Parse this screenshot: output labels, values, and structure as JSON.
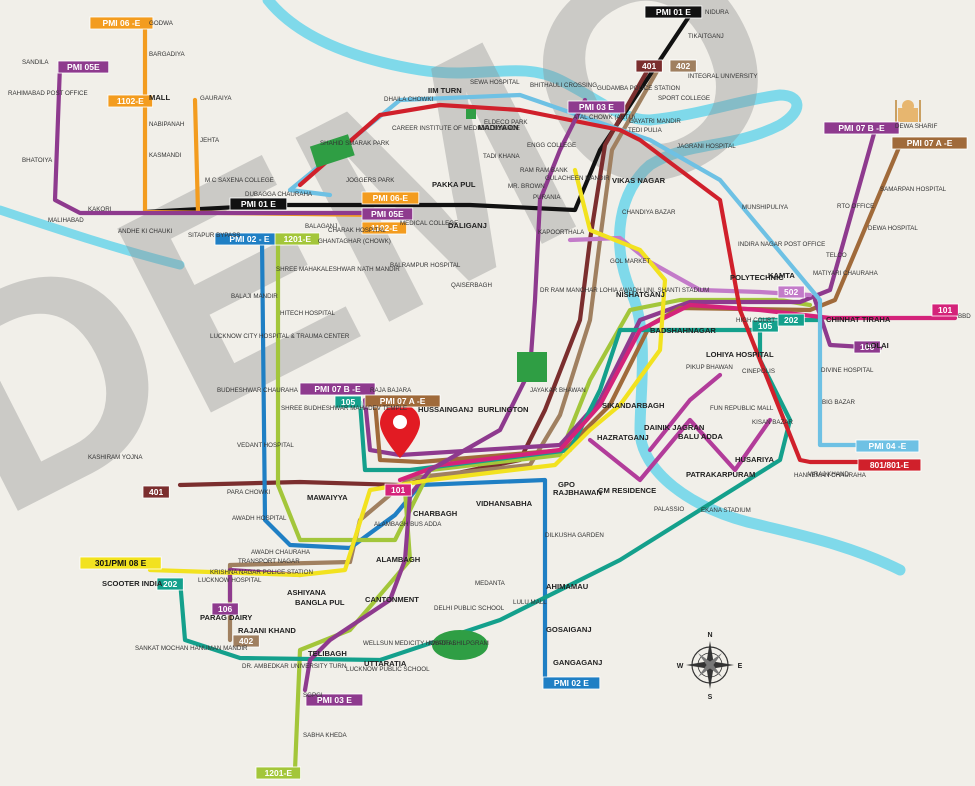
{
  "watermark": "DEMO",
  "compass": {
    "n": "N",
    "e": "E",
    "s": "S",
    "w": "W"
  },
  "colors": {
    "river": "#7fd9ea",
    "pin": "#e21b23"
  },
  "route_tags": [
    {
      "label": "PMI 01 E",
      "bg": "#111111",
      "fg": "#ffffff"
    },
    {
      "label": "401",
      "bg": "#7b2e2e",
      "fg": "#ffffff"
    },
    {
      "label": "402",
      "bg": "#a08060",
      "fg": "#ffffff"
    },
    {
      "label": "PMI 06 -E",
      "bg": "#f39c1f",
      "fg": "#ffffff"
    },
    {
      "label": "1102-E",
      "bg": "#f39c1f",
      "fg": "#ffffff"
    },
    {
      "label": "PMI 05E",
      "bg": "#8e3a8e",
      "fg": "#ffffff"
    },
    {
      "label": "PMI 01 E",
      "bg": "#111111",
      "fg": "#ffffff"
    },
    {
      "label": "PMI 06-E",
      "bg": "#f39c1f",
      "fg": "#ffffff"
    },
    {
      "label": "PMI 05E",
      "bg": "#8e3a8e",
      "fg": "#ffffff"
    },
    {
      "label": "1102-E",
      "bg": "#f39c1f",
      "fg": "#ffffff"
    },
    {
      "label": "PMI 02 - E",
      "bg": "#1f7fc4",
      "fg": "#ffffff"
    },
    {
      "label": "1201-E",
      "bg": "#a3c63a",
      "fg": "#ffffff"
    },
    {
      "label": "PMI 07 B -E",
      "bg": "#8e3a8e",
      "fg": "#ffffff"
    },
    {
      "label": "PMI 07 A -E",
      "bg": "#a06a3a",
      "fg": "#ffffff"
    },
    {
      "label": "502",
      "bg": "#c37bc9",
      "fg": "#ffffff"
    },
    {
      "label": "105",
      "bg": "#14a08c",
      "fg": "#ffffff"
    },
    {
      "label": "202",
      "bg": "#14a08c",
      "fg": "#ffffff"
    },
    {
      "label": "101",
      "bg": "#d4237a",
      "fg": "#ffffff"
    },
    {
      "label": "106",
      "bg": "#8e3a8e",
      "fg": "#ffffff"
    },
    {
      "label": "PMI 04 -E",
      "bg": "#6ec1e4",
      "fg": "#ffffff"
    },
    {
      "label": "801/801-E",
      "bg": "#d0202b",
      "fg": "#ffffff"
    },
    {
      "label": "PMI 07 B -E",
      "bg": "#8e3a8e",
      "fg": "#ffffff"
    },
    {
      "label": "105",
      "bg": "#14a08c",
      "fg": "#ffffff"
    },
    {
      "label": "PMI 07 A -E",
      "bg": "#a06a3a",
      "fg": "#ffffff"
    },
    {
      "label": "401",
      "bg": "#7b2e2e",
      "fg": "#ffffff"
    },
    {
      "label": "101",
      "bg": "#d4237a",
      "fg": "#ffffff"
    },
    {
      "label": "301/PMI 08 E",
      "bg": "#f2e21f",
      "fg": "#111111"
    },
    {
      "label": "202",
      "bg": "#14a08c",
      "fg": "#ffffff"
    },
    {
      "label": "106",
      "bg": "#8e3a8e",
      "fg": "#ffffff"
    },
    {
      "label": "402",
      "bg": "#a08060",
      "fg": "#ffffff"
    },
    {
      "label": "PMI 02 E",
      "bg": "#1f7fc4",
      "fg": "#ffffff"
    },
    {
      "label": "PMI 03 E",
      "bg": "#8e3a8e",
      "fg": "#ffffff"
    },
    {
      "label": "1201-E",
      "bg": "#a3c63a",
      "fg": "#ffffff"
    },
    {
      "label": "PMI 03 E",
      "bg": "#8e3a8e",
      "fg": "#ffffff"
    }
  ],
  "stations": [
    "NIDURA",
    "TIKAITGANJ",
    "INTEGRAL UNIVERSITY",
    "SPORT COLLEGE",
    "GODWA",
    "BARGADIYA",
    "MALL",
    "GAURAIYA",
    "NABIPANAH",
    "JEHTA",
    "KASMANDI",
    "M C SAXENA COLLEGE",
    "DUBAGGA CHAURAHA",
    "SANDILA",
    "RAHIMABAD POST OFFICE",
    "BHATOIYA",
    "MALIHABAD",
    "KAKORI",
    "ANDHE KI CHAUKI",
    "SITAPUR BYPASS",
    "BALAGANJ",
    "IIM TURN",
    "SEWA HOSPITAL",
    "BHITHAULI CROSSING",
    "GUDAMBA POLICE STATION",
    "DHAILA CHOWKI",
    "ELDECO PARK",
    "MADIYAON",
    "ATAL CHOWK (AKTU)",
    "TEDI PULIA",
    "GAYATRI MANDIR",
    "SHAHID SMARAK PARK",
    "CAREER INSTITUTE OF MEDICAL SCIENCE",
    "TADI KHANA",
    "ENGG COLLEGE",
    "JAGRANI HOSPITAL",
    "JOGGERS PARK",
    "RAM RAM BANK",
    "MR. BROWN",
    "GULACHEEN MANDIR",
    "PURANIA",
    "PAKKA PUL",
    "VIKAS NAGAR",
    "CHANDIYA BAZAR",
    "MUNSHIPULIYA",
    "MEDICAL COLLEGE",
    "DALIGANJ",
    "KAPOORTHALA",
    "INDIRA NAGAR POST OFFICE",
    "CHARAK HOSPITAL",
    "GHANTAGHAR (CHOWK)",
    "BALRAMPUR HOSPITAL",
    "GOL MARKET",
    "DEWA SHARIF",
    "SAMARPAN HOSPITAL",
    "RTO OFFICE",
    "DEWA HOSPITAL",
    "TELCO",
    "KAMTA",
    "POLYTECHNIC",
    "MATIYARI CHAURAHA",
    "SHREE MAHAKALESHWAR NATH MANDIR",
    "QAISERBAGH",
    "NISHATGANJ",
    "DR RAM MANOHAR LOHIA AWADH UNI. SHANTI STADIUM",
    "BALAJI MANDIR",
    "HITECH HOSPITAL",
    "LUCKNOW CITY HOSPITAL & TRAUMA CENTER",
    "BADSHAHNAGAR",
    "HIGH COURT",
    "CHINHAT TIRAHA",
    "BBD",
    "LOLAI",
    "LOHIYA HOSPITAL",
    "PIKUP BHAWAN",
    "CINEPOLIS",
    "DIVINE HOSPITAL",
    "BUDHESHWAR CHAURAHA",
    "BALU ADDA",
    "JAYAKAR BHAWAN",
    "RAJA BAJARA",
    "SHREE BUDHESHWAR MAHADEV TEMPLE",
    "HUSSAINGANJ",
    "BURLINGTON",
    "SIKANDARBAGH",
    "FUN REPUBLIC MALL",
    "KISAN BAZAR",
    "BIG BAZAR",
    "DAINIK JAGRAN",
    "HAZRATGANJ",
    "VEDANT HOSPITAL",
    "KASHIRAM YOJNA",
    "MAWAIYYA",
    "GPO",
    "RAJBHAWAN",
    "CM RESIDENCE",
    "HUSARIYA",
    "PATRAKARPURAM",
    "HANHEMAN CHAURAHA",
    "VIRAJ KHAND",
    "PARA CHOWKI",
    "AWADH HOSPITAL",
    "CHARBAGH",
    "VIDHANSABHA",
    "EKANA STADIUM",
    "PALASSIO",
    "ALAMBAGH BUS ADDA",
    "DILKUSHA GARDEN",
    "TRANSPORT NAGAR",
    "KRISHNA NAGAR POLICE STATION",
    "AWADH CHAURAHA",
    "ALAMBAGH",
    "SCOOTER INDIA",
    "LUCKNOW HOSPITAL",
    "ASHIYANA",
    "MEDANTA",
    "AHIMAMAU",
    "LULU MALL",
    "CANTONMENT",
    "PARAG DAIRY",
    "BANGLA PUL",
    "DELHI PUBLIC SCHOOL",
    "RAJANI KHAND",
    "GOSAIGANJ",
    "SANKAT MOCHAN HANUMAN MANDIR",
    "AWADH SHILPGRAM",
    "WELLSUN MEDICITY HOSPITAL",
    "DR. AMBEDKAR UNIVERSITY TURN",
    "TELIBAGH",
    "UTTARATIA",
    "LUCKNOW PUBLIC SCHOOL",
    "SGPGI",
    "GANGAGANJ",
    "SABHA KHEDA"
  ]
}
